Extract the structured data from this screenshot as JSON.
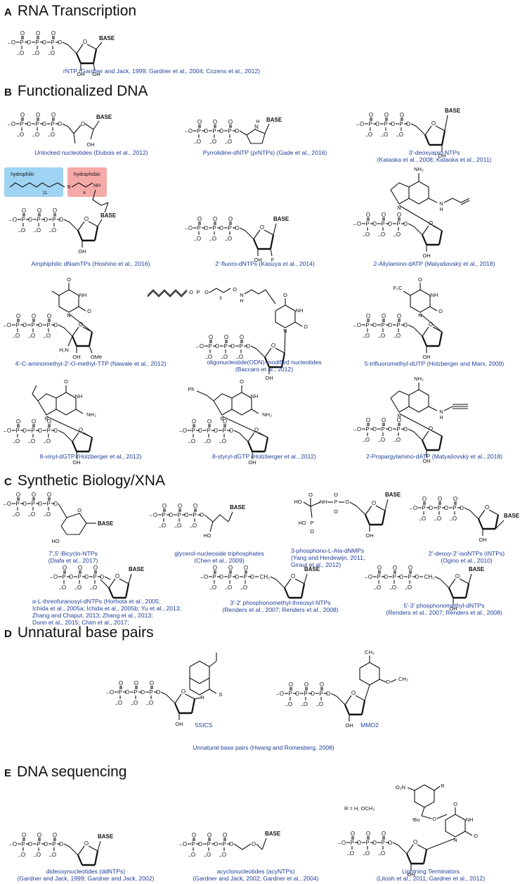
{
  "sections": [
    {
      "letter": "A",
      "title": "RNA Transcription"
    },
    {
      "letter": "B",
      "title": "Functionalized DNA"
    },
    {
      "letter": "C",
      "title": "Synthetic Biology/XNA"
    },
    {
      "letter": "D",
      "title": "Unnatural base pairs"
    },
    {
      "letter": "E",
      "title": "DNA sequencing"
    }
  ],
  "labels": {
    "base": "BASE",
    "oh": "OH",
    "ome": "OMe",
    "f": "F",
    "h2n": "H₂N",
    "nh2": "NH₂",
    "o": "O",
    "n": "N",
    "nh": "NH",
    "s": "S",
    "cf3": "F₃C",
    "ch3": "CH₃",
    "och3": "OCH₃",
    "ph": "Ph",
    "hydrophilic": "hydrophilic",
    "hydrophobic": "hydrophobic",
    "sub11": "11",
    "sub6": "6",
    "sub9": "9",
    "r_def": "R = H, OCH₃",
    "r": "R",
    "o2n": "O₂N",
    "tbu": "ᵗBu",
    "ch2": "CH₂",
    "p": "P"
  },
  "captions": {
    "a1": "rNTP (Gardner and Jack, 1999; Gardner et al., 2004; Cozens et al., 2012)",
    "b1": "Unlocked nucleotides (Dubois et al., 2012)",
    "b2": "Pyrrolidine-dNTP (prNTPs) (Gade et al., 2016)",
    "b3a": "3'-deoxyapio-NTPs",
    "b3b": "(Kataoka et al., 2008; Kataoka et al., 2011)",
    "b4": "Amphiphilic dNamTPs (Hoshino et al., 2016)",
    "b5": "2'-fluoro-dNTPs (Kasuya et al., 2014)",
    "b6": "2-Allylamino-dATP (Matyašovský et al., 2018)",
    "b7": "4'-C-aminomethyl-2'-O-methyl-TTP (Nawale et al., 2012)",
    "b8a": "oligonucleotide(ODN)-modified nucleotides",
    "b8b": "(Baccaro et al., 2012)",
    "b9": "5-trifluoromethyl-dUTP (Holzberger and Marx, 2009)",
    "b10": "8-vinyl-dGTP (Holzberger et al., 2012)",
    "b11": "8-styryl-dGTP (Holzberger et al., 2012)",
    "b12": "2-Propargylamino-dATP (Matyašovský et al., 2018)",
    "c1a": "7',5'-Bicyclo-NTPs",
    "c1b": "(Diafa et al., 2017)",
    "c2a": "glycerol-nucleoside triphosphates",
    "c2b": "(Chen et al., 2009)",
    "c3a": "3-phosphono-L-Ala-dNMPs",
    "c3b": "(Yang and Herdewijn, 2011;",
    "c3c": "Giraut et al., 2012)",
    "c4a": "2'-deoxy-2'-isoNTPs (iNTPs)",
    "c4b": "(Ogino et al., 2010)",
    "c5a": "α-L-threofuranosyl-dNTPs (Horhota et al., 2005;",
    "c5b": "Ichida et al., 2005a; Ichida et al., 2005b; Yu et al., 2013;",
    "c5c": "Zhang and Chaput, 2013; Zhang et al., 2013;",
    "c5d": "Dunn et al., 2015; Chim et al., 2017;",
    "c6a": "3'-2' phosphonomethyl-threosyl-NTPs",
    "c6b": "(Renders et al., 2007; Renders et al., 2008)",
    "c7a": "5'-3' phosphonomethyl-dNTPs",
    "c7b": "(Renders et al., 2007; Renders et al., 2008)",
    "d1": "5SICS",
    "d2": "MMO2",
    "d3": "Unnatural base pairs (Hwang and Romesberg, 2008)",
    "e1a": "dideoxynucleotides (ddNTPs)",
    "e1b": "(Gardner and Jack, 1999; Gardner and Jack, 2002)",
    "e2a": "acyclonucleotides (acyNTPs)",
    "e2b": "(Gardner and Jack, 2002; Gardner et al., 2004)",
    "e3a": "Lightning Terminators",
    "e3b": "(Litosh et al., 2011; Gardner et al., 2012)"
  },
  "colors": {
    "caption": "#1f3e9a",
    "hydrophilic_box": "#9fd3f3",
    "hydrophobic_box": "#f5aaa8"
  }
}
